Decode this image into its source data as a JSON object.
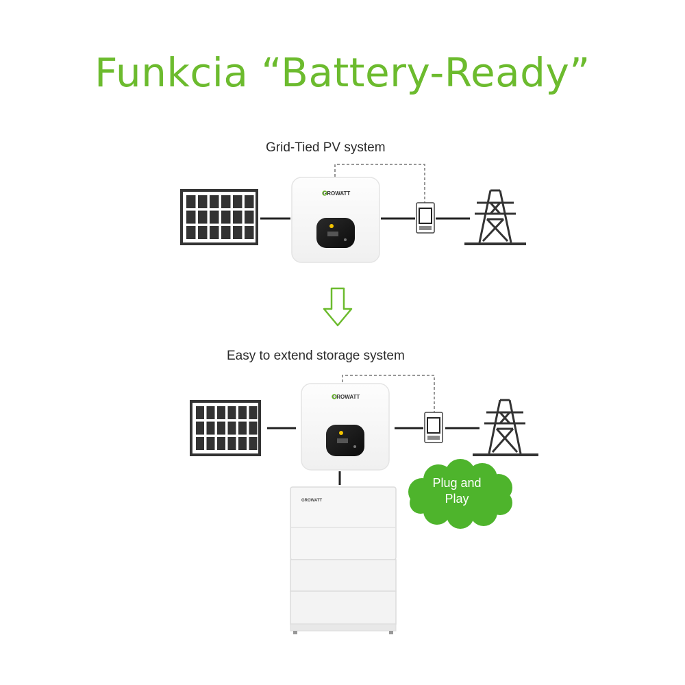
{
  "title": "Funkcia “Battery-Ready”",
  "top_system": {
    "caption": "Grid-Tied PV system"
  },
  "bottom_system": {
    "caption": "Easy to extend storage system"
  },
  "brand_logo": "GROWATT",
  "cloud": {
    "line1": "Plug and",
    "line2": "Play"
  },
  "colors": {
    "accent": "#6cbb2e",
    "cloud": "#4eb42c",
    "arrow": "#6cbb2e",
    "dark": "#333333"
  },
  "icons": [
    "solar-panel-icon",
    "inverter-icon",
    "meter-icon",
    "transmission-tower-icon",
    "down-arrow-icon",
    "battery-icon",
    "cloud-icon"
  ]
}
